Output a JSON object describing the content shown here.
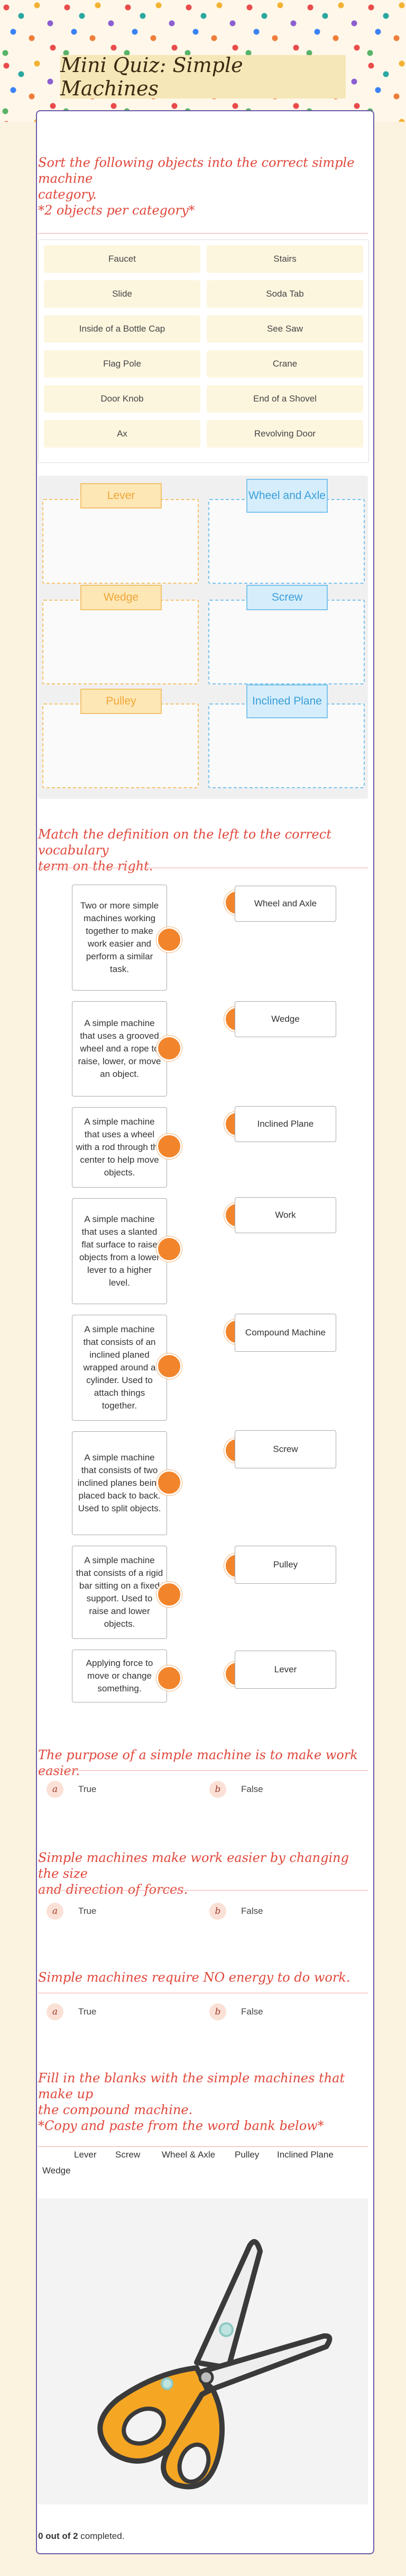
{
  "title": "Mini Quiz: Simple Machines",
  "q1": {
    "title_line1": "Sort the following objects into the correct simple machine",
    "title_line2": "category.",
    "title_line3": "*2 objects per category*",
    "items": [
      "Faucet",
      "Stairs",
      "Slide",
      "Soda Tab",
      "Inside of a Bottle Cap",
      "See Saw",
      "Flag Pole",
      "Crane",
      "Door Knob",
      "End of a Shovel",
      "Ax",
      "Revolving Door"
    ],
    "categories": [
      {
        "label": "Lever",
        "color": "yellow"
      },
      {
        "label": "Wheel and Axle",
        "color": "blue"
      },
      {
        "label": "Wedge",
        "color": "yellow"
      },
      {
        "label": "Screw",
        "color": "blue"
      },
      {
        "label": "Pulley",
        "color": "yellow"
      },
      {
        "label": "Inclined Plane",
        "color": "blue"
      }
    ]
  },
  "q2": {
    "title_line1": "Match the definition on the left to the correct vocabulary",
    "title_line2": "term on the right.",
    "definitions": [
      "Two or more simple machines working together to make work easier and perform a similar task.",
      "A simple machine that uses a grooved wheel and a rope to raise, lower, or move an object.",
      "A simple machine that uses a wheel with a rod through the center to help move objects.",
      "A simple machine that uses a slanted flat surface to raise objects from a lower lever to a higher level.",
      "A simple machine that consists of an inclined planed wrapped around a cylinder. Used to attach things together.",
      "A simple machine that consists of two inclined planes being placed back to back. Used to split objects.",
      "A simple machine that consists of a rigid bar sitting on a fixed support. Used to raise and lower objects.",
      "Applying force to move or change something."
    ],
    "terms": [
      "Wheel and Axle",
      "Wedge",
      "Inclined Plane",
      "Work",
      "Compound Machine",
      "Screw",
      "Pulley",
      "Lever"
    ]
  },
  "q3": {
    "title": "The purpose of a simple machine is to make work easier.",
    "a": "True",
    "b": "False"
  },
  "q4": {
    "title_line1": "Simple machines make work easier by changing the size",
    "title_line2": "and direction of forces.",
    "a": "True",
    "b": "False"
  },
  "q5": {
    "title": "Simple machines require NO energy to do work.",
    "a": "True",
    "b": "False"
  },
  "q6": {
    "title_line1": "Fill in the blanks with the simple machines that make up",
    "title_line2": "the compound machine.",
    "title_line3": "*Copy and paste from the word bank below*",
    "wordbank": [
      "Lever",
      "Screw",
      "Wheel & Axle",
      "Pulley",
      "Inclined Plane",
      "Wedge"
    ]
  },
  "options": {
    "a": "a",
    "b": "b"
  },
  "footer": {
    "count": "0 out of 2",
    "suffix": " completed."
  }
}
